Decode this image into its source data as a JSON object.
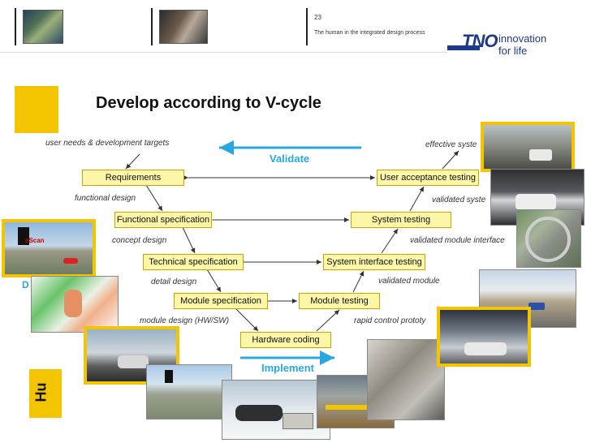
{
  "header": {
    "page_number": "23",
    "subtitle": "The human in the integrated design process",
    "logo_text": "TNO",
    "tagline_line1": "innovation",
    "tagline_line2": "for life"
  },
  "slide": {
    "title": "Develop according to V-cycle",
    "side_text_d": "D",
    "side_text_hu": "Hu"
  },
  "diagram": {
    "validate": "Validate",
    "implement": "Implement",
    "boxes": {
      "requirements": "Requirements",
      "functional_spec": "Functional specification",
      "technical_spec": "Technical specification",
      "module_spec": "Module specification",
      "hardware_coding": "Hardware coding",
      "module_testing": "Module testing",
      "system_interface_testing": "System interface testing",
      "system_testing": "System testing",
      "user_acceptance_testing": "User acceptance testing"
    },
    "labels": {
      "user_needs": "user needs & development targets",
      "functional_design": "functional design",
      "concept_design": "concept design",
      "detail_design": "detail design",
      "module_design": "module design (HW/SW)",
      "rapid_control": "rapid control prototy",
      "validated_module": "validated module",
      "validated_module_interface": "validated module interface",
      "validated_system": "validated  syste",
      "effective_system": "effective syste"
    },
    "image_marks": {
      "prescan": "eScan"
    }
  },
  "colors": {
    "accent_yellow": "#f2c500",
    "box_fill": "#fff7a8",
    "arrow_blue": "#29a8e0",
    "tno_blue": "#1c3a8a"
  }
}
